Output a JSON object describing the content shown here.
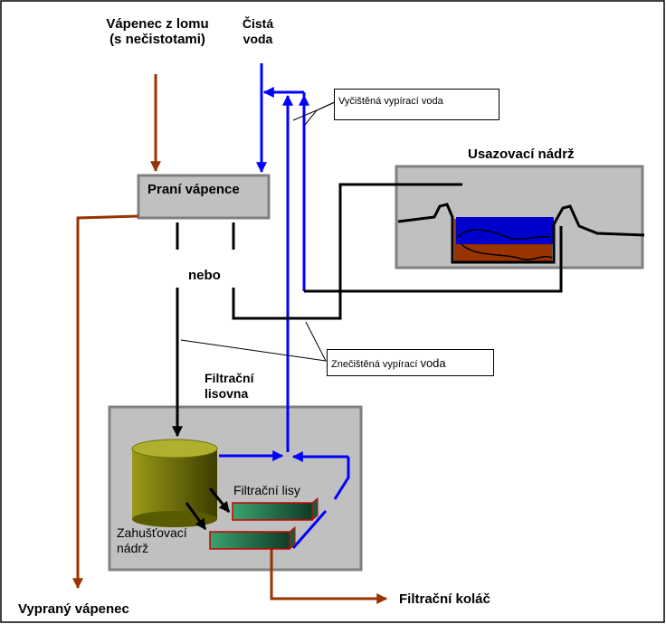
{
  "labels": {
    "limestone_source_line1": "Vápenec z lomu",
    "limestone_source_line2": "(s nečistotami)",
    "clean_water_line1": "Čistá",
    "clean_water_line2": "voda",
    "cleaned_wash_water": "Vyčištěná vypírací voda",
    "settling_tank": "Usazovací nádrž",
    "limestone_washing": "Praní vápence",
    "or_label": "nebo",
    "dirty_wash_water_a": "Znečištěná vypírací ",
    "dirty_wash_water_b": "voda",
    "filter_press_station_line1": "Filtrační",
    "filter_press_station_line2": "lisovna",
    "filter_presses": "Filtrační lisy",
    "thickener_line1": "Zahušťovací",
    "thickener_line2": "nádrž",
    "washed_limestone": "Vypraný vápenec",
    "filter_cake": "Filtrační koláč"
  },
  "colors": {
    "box_fill": "#c0c0c0",
    "box_border": "#808080",
    "clean_water": "#0000ff",
    "limestone_flow": "#993300",
    "dirty_water": "#000000",
    "thickener_fill": "#808000",
    "press_fill": "#339966",
    "press_border": "#cc0000",
    "sludge": "#993300",
    "settled_water": "#0000cc"
  },
  "icons": {
    "flow_arrow": "arrow-head-icon",
    "thickener_tank": "cylinder-icon",
    "filter_press": "press-plate-icon"
  }
}
